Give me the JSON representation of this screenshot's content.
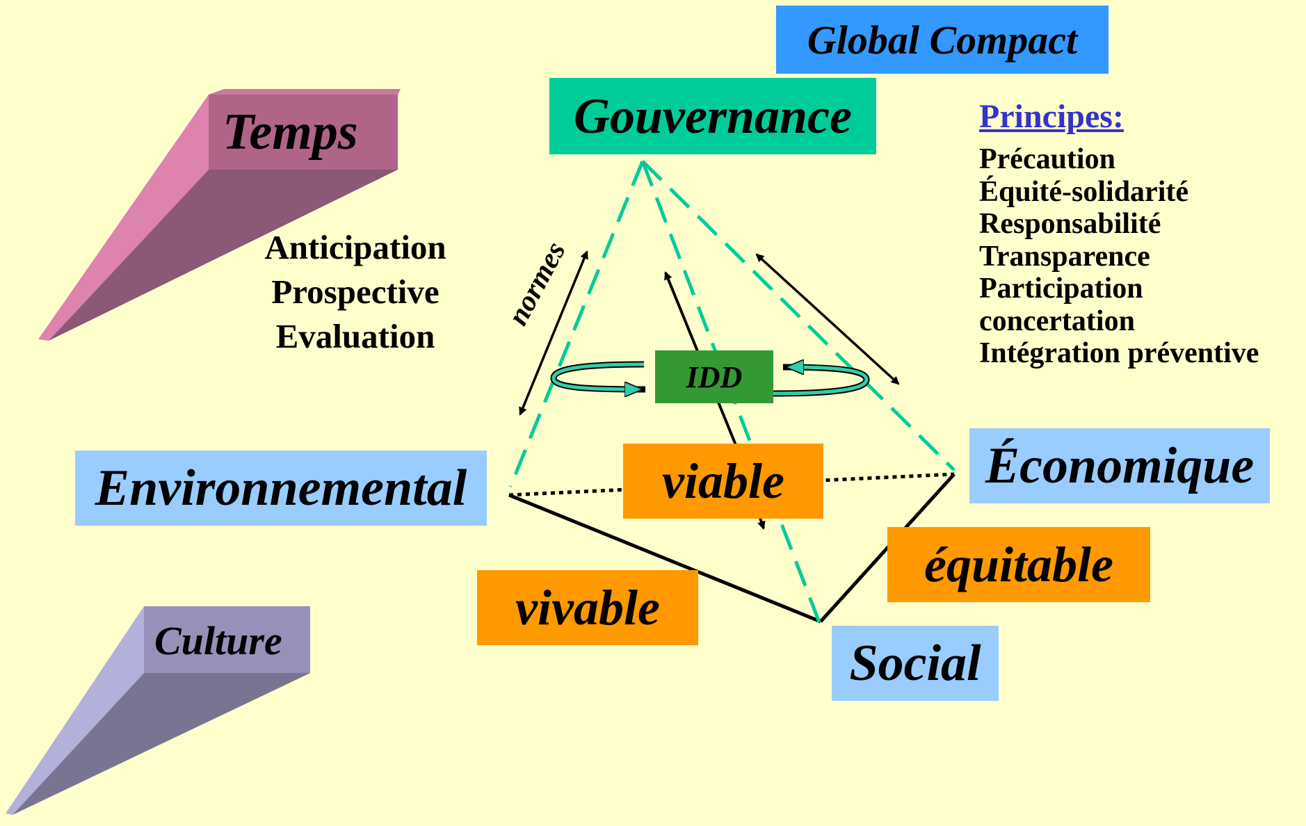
{
  "global_compact": "Global Compact",
  "gouvernance": "Gouvernance",
  "temps": "Temps",
  "culture": "Culture",
  "dimensions": {
    "environnemental": "Environnemental",
    "economique": "Économique",
    "social": "Social"
  },
  "qualities": {
    "viable": "viable",
    "vivable": "vivable",
    "equitable": "équitable"
  },
  "idd": "IDD",
  "normes": "normes",
  "anticipation": [
    "Anticipation",
    "Prospective",
    "Evaluation"
  ],
  "principles": {
    "title": "Principes:",
    "items": [
      "Précaution",
      "Équité-solidarité",
      "Responsabilité",
      "Transparence",
      "Participation",
      "concertation",
      "Intégration préventive"
    ]
  },
  "colors": {
    "background": "#ffffcc",
    "dimension_box": "#99ccff",
    "global_compact_box": "#3399ff",
    "gouvernance_box": "#00cc99",
    "quality_box": "#ff9900",
    "idd_box": "#339933",
    "pyramid_dash": "#00cc99",
    "principles_title": "#3333cc"
  }
}
